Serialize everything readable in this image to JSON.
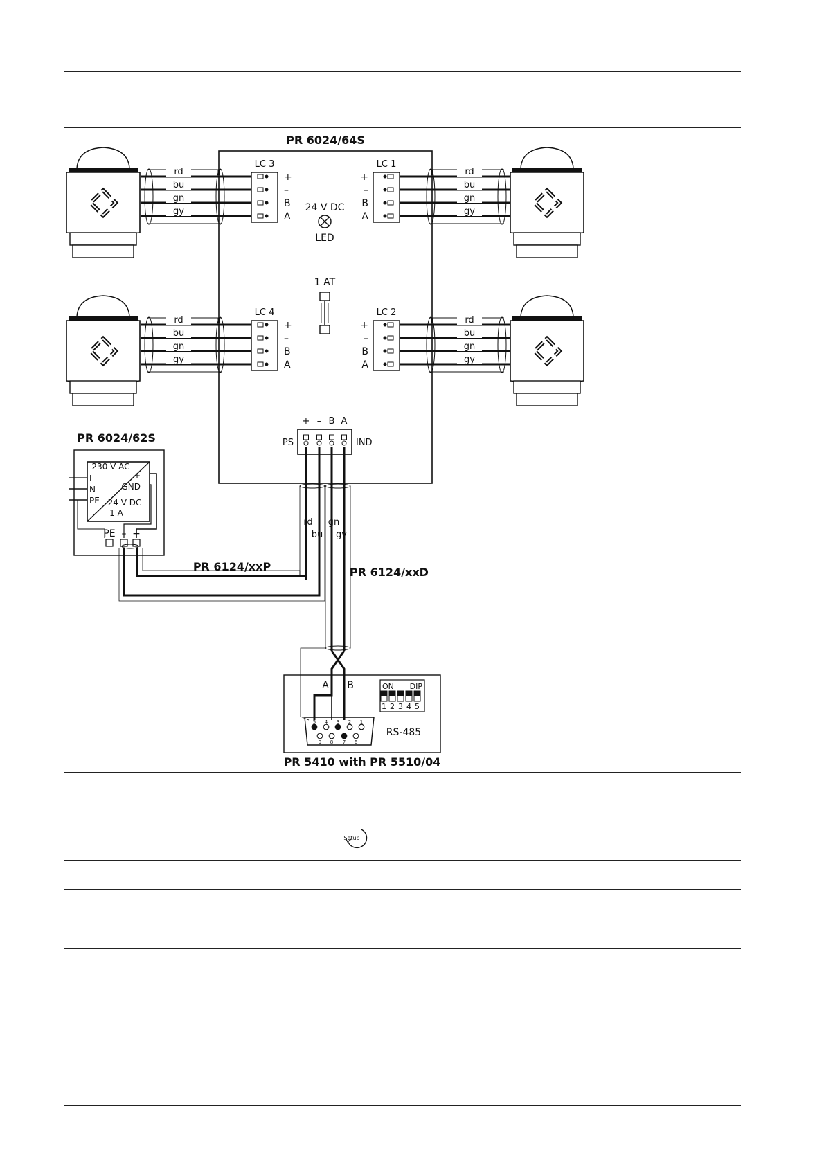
{
  "diagram": {
    "junction_box": "PR 6024/64S",
    "psu": "PR 6024/62S",
    "psu_input": "230 V AC",
    "psu_in_l": "L",
    "psu_in_n": "N",
    "psu_in_pe": "PE",
    "psu_out_plus": "+",
    "psu_out_gnd": "GND",
    "psu_out_v": "24 V DC",
    "psu_out_a": "1 A",
    "psu_term_pe": "PE",
    "psu_term_minus": "–",
    "psu_term_plus": "+",
    "cable_p": "PR 6124/xxP",
    "cable_d": "PR 6124/xxD",
    "indicator": "PR 5410 with PR 5510/04",
    "led_voltage": "24 V DC",
    "led_label": "LED",
    "fuse_label": "1 AT",
    "lc_labels": [
      "LC 3",
      "LC 1",
      "LC 4",
      "LC 2"
    ],
    "wire_colors": [
      "rd",
      "bu",
      "gn",
      "gy"
    ],
    "pin_signs": [
      "+",
      "–",
      "B",
      "A"
    ],
    "ps_label": "PS",
    "ind_label": "IND",
    "ps_headers": [
      "+",
      "–",
      "B",
      "A"
    ],
    "bus_rd": "rd",
    "bus_bu": "bu",
    "bus_gn": "gn",
    "bus_gy": "gy",
    "rs_a": "A",
    "rs_b": "B",
    "rs485": "RS-485",
    "dip_on": "ON",
    "dip_title": "DIP",
    "dip_numbers": [
      "1",
      "2",
      "3",
      "4",
      "5"
    ],
    "dsub_top": [
      "5",
      "4",
      "3",
      "2",
      "1"
    ],
    "dsub_bottom": [
      "9",
      "8",
      "7",
      "6"
    ]
  },
  "setup_icon_text": "Setup",
  "colors": {
    "ink": "#111111",
    "cell_fill": "#cfcfcf",
    "background": "#ffffff"
  }
}
